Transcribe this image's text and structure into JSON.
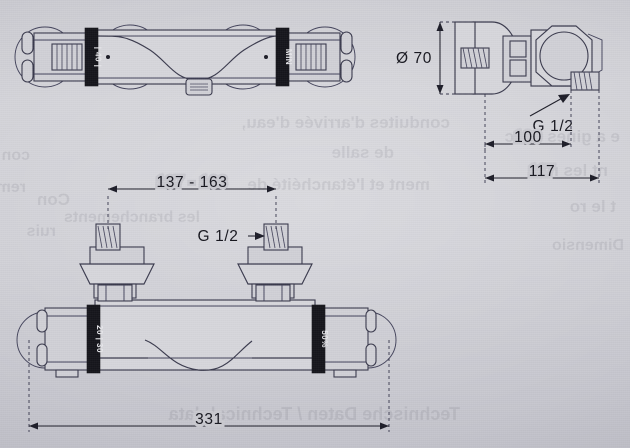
{
  "document": {
    "type": "technical-drawing",
    "subject": "Thermostatic shower mixer valve — dimensioned product drawing",
    "units": "mm"
  },
  "views": {
    "top": {
      "name": "top-view",
      "left_handle_label": "| 40 |",
      "right_handle_label": "MIN"
    },
    "side": {
      "name": "side-view"
    },
    "front": {
      "name": "front-view",
      "left_handle_label": "20 | 30",
      "right_handle_label": "50%"
    }
  },
  "dimensions": {
    "diameter": "Ø 70",
    "depth_body": "100",
    "depth_total": "117",
    "centres": "137 - 163",
    "width_total": "331",
    "thread_side": "G 1/2",
    "thread_front": "G 1/2"
  },
  "showthrough": {
    "line1": "conduites d'arrivée d'eau,",
    "line2": "de salle",
    "line3": "ment et l'étanchéité de",
    "line4": "Con",
    "line5": "les branchements",
    "line6": "ruis",
    "line7": "con",
    "line8": "rem",
    "line9": "Technische Daten / Technical data",
    "line10": "e a gines les c",
    "line11": "nt les re",
    "line12": "t le ro",
    "line13": "Dimensio"
  },
  "colors": {
    "paper": "#c9c9cf",
    "ink": "#3a3a4d",
    "dim_ink": "#1d1d28",
    "band": "#16161c",
    "metal": "#d6d6db"
  }
}
